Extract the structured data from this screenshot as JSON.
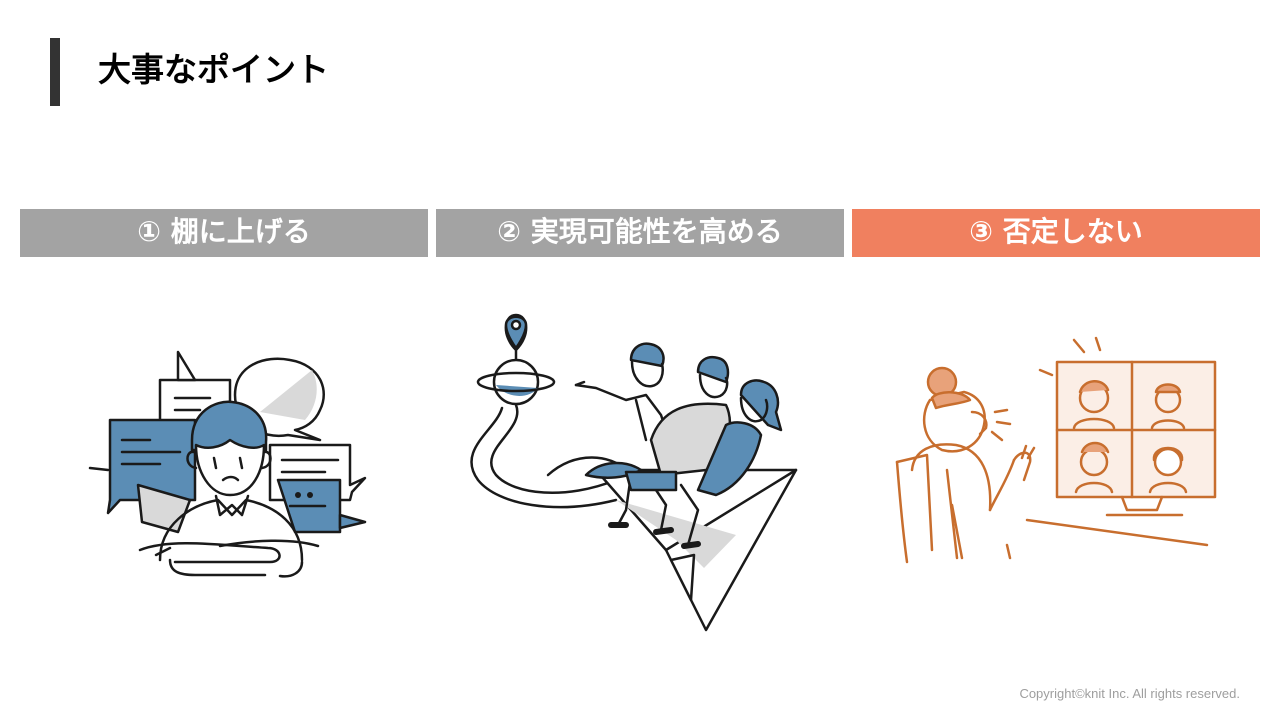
{
  "title": "大事なポイント",
  "colors": {
    "title_bar": "#333333",
    "header_gray": "#a3a3a3",
    "header_accent": "#f0805f",
    "illustration_blue": "#5b8db5",
    "illustration_orange": "#c86e2e",
    "ink": "#1a1a1a"
  },
  "points": [
    {
      "label": "① 棚に上げる",
      "highlighted": false,
      "illustration": "person-arms-crossed-speech-bubbles"
    },
    {
      "label": "② 実現可能性を高める",
      "highlighted": false,
      "illustration": "team-on-paper-plane-to-map-pin"
    },
    {
      "label": "③ 否定しない",
      "highlighted": true,
      "illustration": "woman-waving-video-call"
    }
  ],
  "footer": {
    "copyright": "Copyright©knit Inc. All rights reserved."
  }
}
